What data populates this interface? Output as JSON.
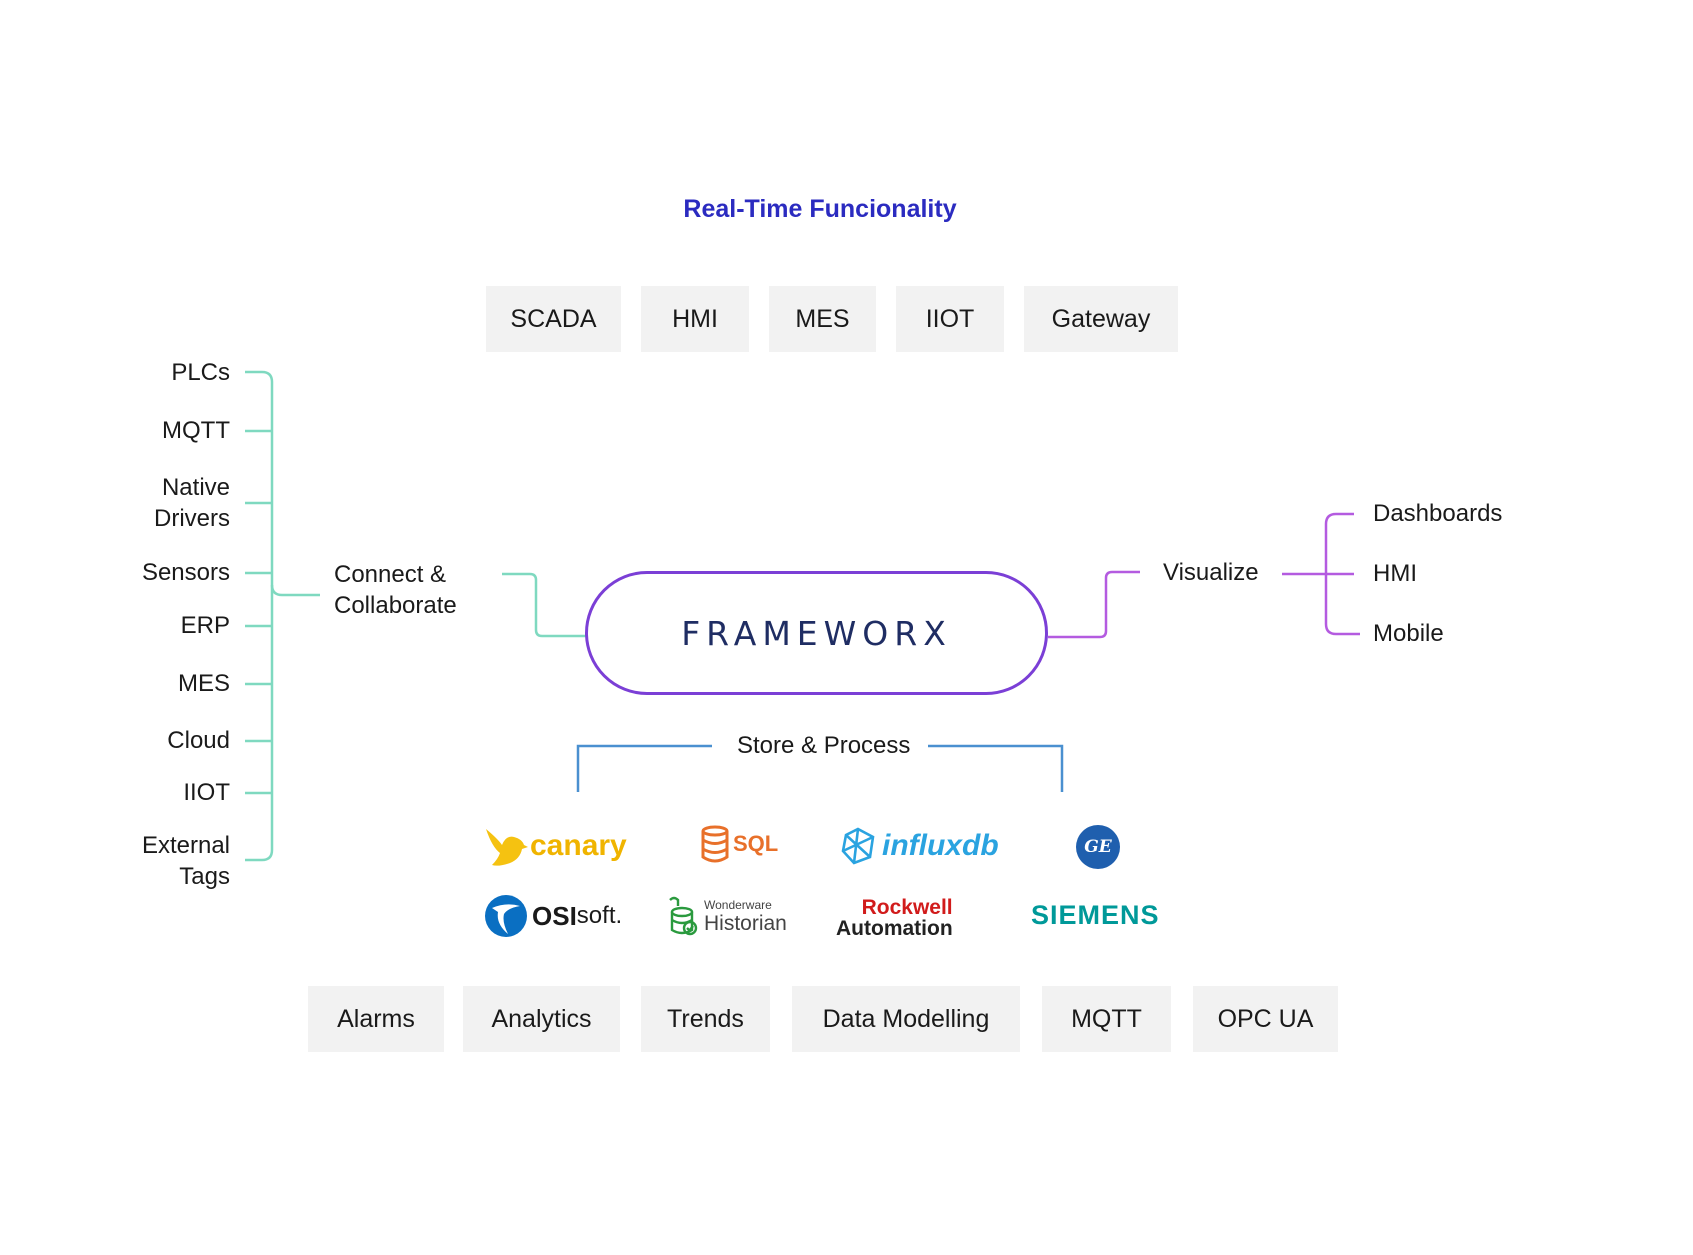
{
  "title": "Real-Time Funcionality",
  "top_boxes": [
    "SCADA",
    "HMI",
    "MES",
    "IIOT",
    "Gateway"
  ],
  "left_items": [
    "PLCs",
    "MQTT",
    "Native Drivers",
    "Sensors",
    "ERP",
    "MES",
    "Cloud",
    "IIOT",
    "External Tags"
  ],
  "connect_label": "Connect & Collaborate",
  "center_label": "FRAMEWORX",
  "visualize_label": "Visualize",
  "right_items": [
    "Dashboards",
    "HMI",
    "Mobile"
  ],
  "store_label": "Store & Process",
  "logos": [
    "canary",
    "SQL",
    "influxdb",
    "GE",
    "OSIsoft.",
    "Wonderware Historian",
    "Rockwell Automation",
    "SIEMENS"
  ],
  "logo_text": {
    "canary": "canary",
    "sql": "SQL",
    "influx": "influxdb",
    "ge": "GE",
    "osi_a": "OSI",
    "osi_b": "soft.",
    "ww_small": "Wonderware",
    "ww_big": "Historian",
    "rock_a": "Rockwell",
    "rock_b": "Automation",
    "siemens": "SIEMENS"
  },
  "bottom_boxes": [
    "Alarms",
    "Analytics",
    "Trends",
    "Data Modelling",
    "MQTT",
    "OPC UA"
  ],
  "colors": {
    "title": "#2b2bc0",
    "teal_connector": "#7fd9c0",
    "purple_connector": "#b45be0",
    "blue_connector": "#4a90d0",
    "pill_border": "#7b3fd6",
    "box_bg": "#f2f2f2"
  }
}
